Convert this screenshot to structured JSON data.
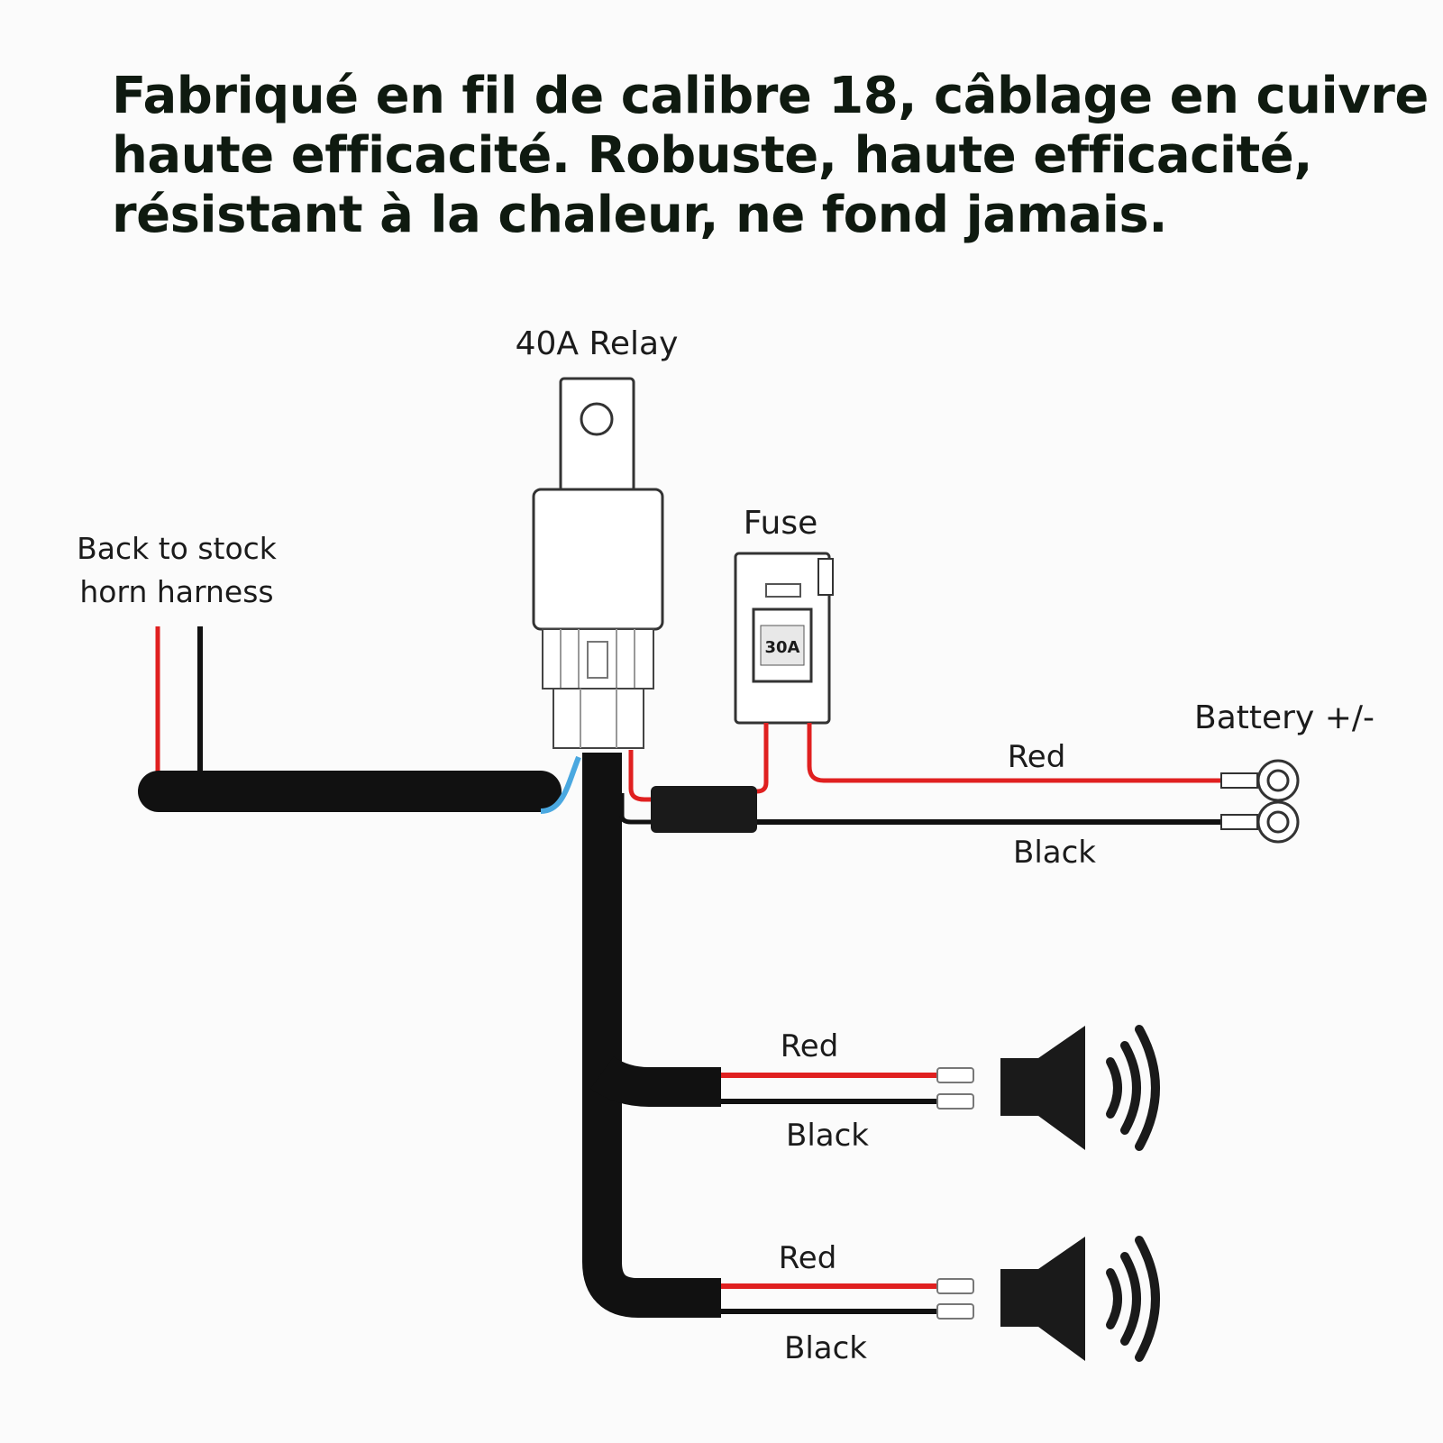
{
  "headline": {
    "lines": [
      "Fabriqué en fil de calibre 18, câblage en cuivre",
      "haute efficacité. Robuste, haute efficacité,",
      "résistant à la chaleur, ne fond jamais."
    ]
  },
  "diagram": {
    "relay_label": "40A Relay",
    "fuse_label": "Fuse",
    "fuse_rating": "30A",
    "stock_label_line1": "Back to stock",
    "stock_label_line2": "horn harness",
    "battery_label": "Battery +/-",
    "battery_red": "Red",
    "battery_black": "Black",
    "horn1_red": "Red",
    "horn1_black": "Black",
    "horn2_red": "Red",
    "horn2_black": "Black"
  },
  "colors": {
    "red_wire": "#e02020",
    "black_wire": "#111111",
    "blue_wire": "#4aa8e0",
    "text": "#0f1a10"
  },
  "icons": [
    "horn-icon",
    "ring-terminal-icon",
    "relay-icon",
    "fuse-icon"
  ]
}
